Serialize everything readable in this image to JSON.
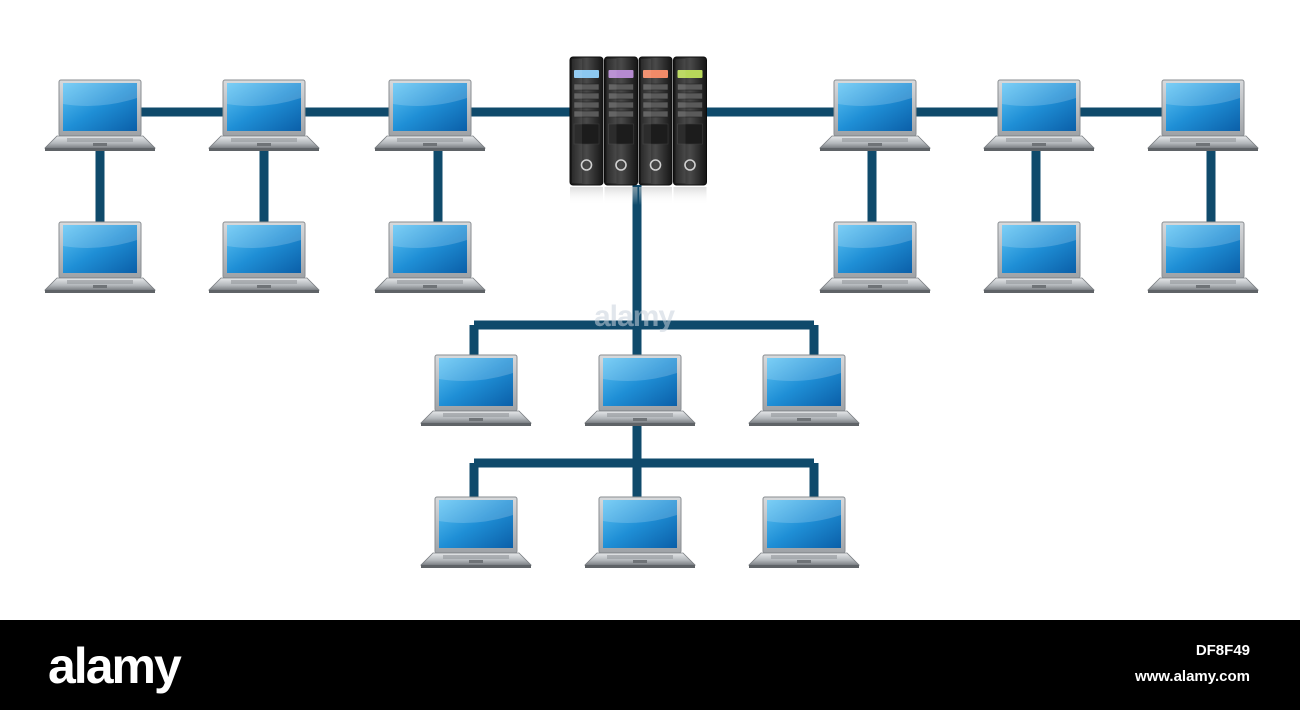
{
  "colors": {
    "background": "#ffffff",
    "link_line": "#0f4a6b",
    "screen_blue": "#1f8fd6",
    "laptop_silver": "#b8bcc0",
    "server_body": "#2a2a2a",
    "footer": "#000000"
  },
  "diagram": {
    "server": {
      "icon": "server-rack-icon",
      "units": [
        {
          "accent": "#8cc8f0"
        },
        {
          "accent": "#b58ad0"
        },
        {
          "accent": "#f08a68"
        },
        {
          "accent": "#b8d85a"
        }
      ]
    },
    "laptop_icon": "laptop-icon",
    "groups": [
      {
        "name": "left-branch",
        "laptop_count": 6
      },
      {
        "name": "right-branch",
        "laptop_count": 6
      },
      {
        "name": "bottom-tree",
        "laptop_count": 6
      }
    ]
  },
  "footer": {
    "brand": "alamy",
    "image_id": "DF8F49",
    "site": "www.alamy.com",
    "watermark": "alamy"
  }
}
